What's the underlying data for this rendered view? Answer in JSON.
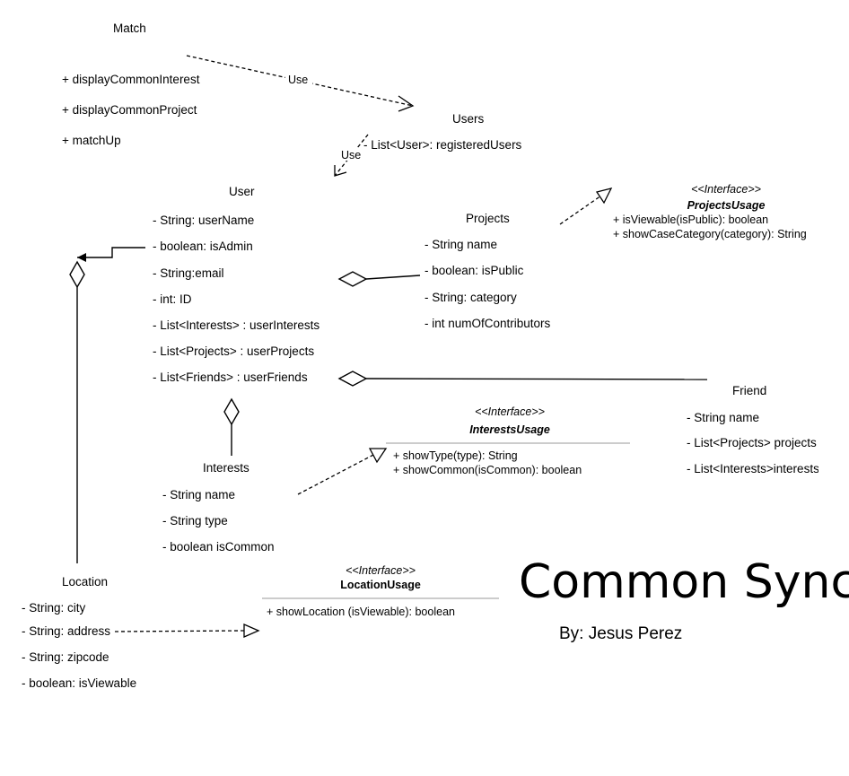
{
  "match": {
    "name": "Match",
    "methods": [
      "+ displayCommonInterest",
      "+ displayCommonProject",
      "+ matchUp"
    ]
  },
  "users": {
    "name": "Users",
    "attributes": [
      "- List<User>: registeredUsers"
    ]
  },
  "user": {
    "name": "User",
    "attributes": [
      "- String: userName",
      "- boolean: isAdmin",
      "- String:email",
      "- int: ID",
      "-  List<Interests> : userInterests",
      "-  List<Projects> : userProjects",
      "-  List<Friends> : userFriends"
    ]
  },
  "projects": {
    "name": "Projects",
    "attributes": [
      "- String name",
      " - boolean: isPublic",
      "- String: category",
      "- int numOfContributors"
    ]
  },
  "projects_usage": {
    "stereotype": "<<Interface>>",
    "name": "ProjectsUsage",
    "methods": [
      "+ isViewable(isPublic): boolean",
      "+ showCaseCategory(category): String"
    ]
  },
  "interests": {
    "name": "Interests",
    "attributes": [
      "- String name",
      "- String type",
      "- boolean isCommon"
    ]
  },
  "interests_usage": {
    "stereotype": "<<Interface>>",
    "name": "InterestsUsage",
    "methods": [
      "+ showType(type): String",
      "+ showCommon(isCommon): boolean"
    ]
  },
  "friend": {
    "name": "Friend",
    "attributes": [
      "- String name",
      "- List<Projects> projects",
      "- List<Interests>interests"
    ]
  },
  "location": {
    "name": "Location",
    "attributes": [
      "- String: city",
      "- String: address",
      "- String: zipcode",
      "- boolean: isViewable"
    ]
  },
  "location_usage": {
    "stereotype": "<<Interface>>",
    "name": "LocationUsage",
    "methods": [
      "+ showLocation (isViewable): boolean"
    ]
  },
  "relations": {
    "use_1": "Use",
    "use_2": "Use"
  },
  "branding": {
    "title": "Common Sync",
    "author": "By: Jesus Perez"
  }
}
